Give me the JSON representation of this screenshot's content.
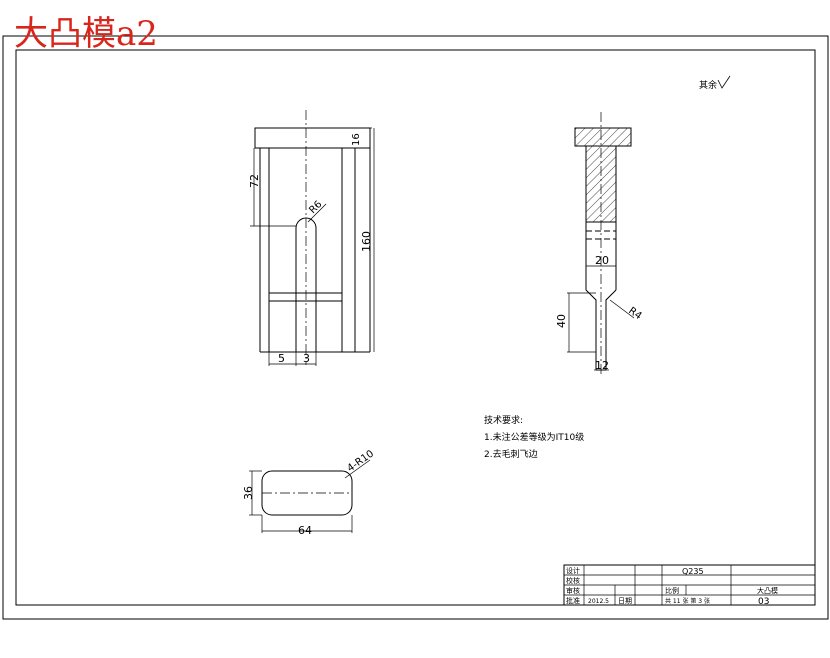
{
  "drawing": {
    "title": "大凸模a2",
    "note_top_right": "其余",
    "dimensions": {
      "d72": "72",
      "d16": "16",
      "d160": "160",
      "r6": "R6",
      "d5": "5",
      "d3": "3",
      "d20": "20",
      "r4": "R4",
      "d40": "40",
      "d12": "12",
      "d36": "36",
      "d64": "64",
      "r10": "4-R10"
    },
    "tech_requirements": {
      "heading": "技术要求:",
      "line1": "1.未注公差等级为IT10级",
      "line2": "2.去毛刺飞边"
    },
    "title_block": {
      "design": "设计",
      "check": "校核",
      "review": "审核",
      "approve": "批准",
      "date_value": "2012.5",
      "date_label": "日期",
      "material": "Q235",
      "ratio_label": "比例",
      "part_name": "大凸模",
      "sheet_info": "共 11 张 第 3 张",
      "drawing_no": "03"
    }
  }
}
